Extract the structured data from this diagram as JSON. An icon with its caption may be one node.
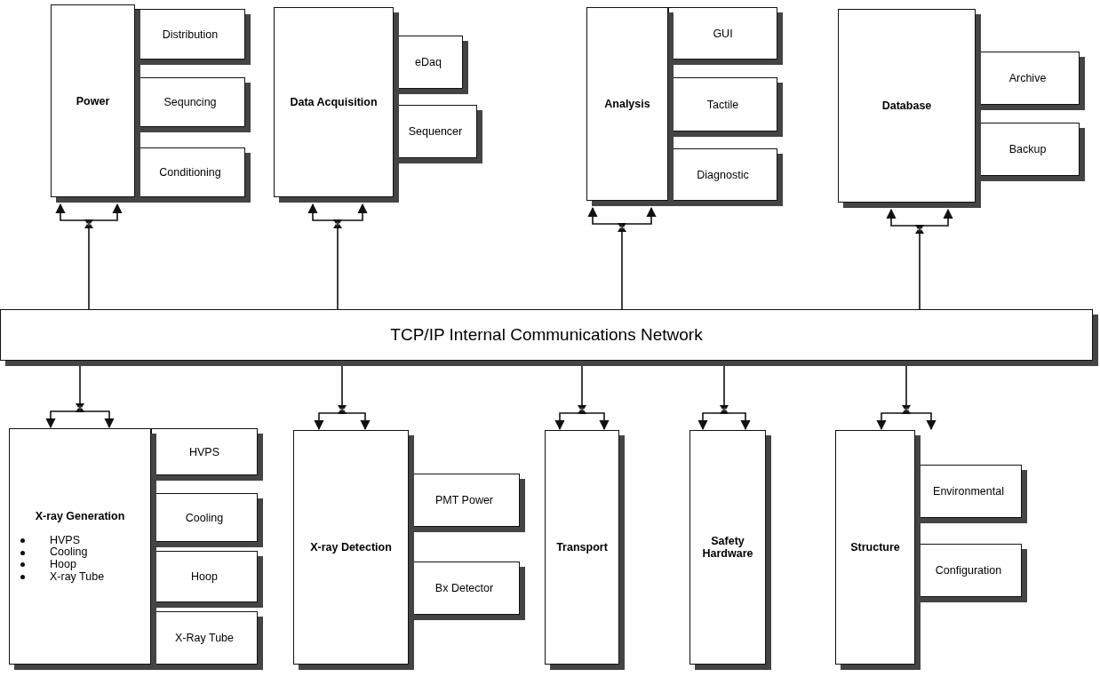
{
  "diagram": {
    "nodes": [
      {
        "text": [
          "Power"
        ]
      },
      {
        "text": [
          "Distribution"
        ]
      },
      {
        "text": [
          "Sequncing"
        ]
      },
      {
        "text": [
          "Conditioning"
        ]
      },
      {
        "text": [
          "Data Acquisition"
        ]
      },
      {
        "text": [
          "eDaq"
        ]
      },
      {
        "text": [
          "Sequencer"
        ]
      },
      {
        "text": [
          "Analysis"
        ]
      },
      {
        "text": [
          "GUI"
        ]
      },
      {
        "text": [
          "Tactile"
        ]
      },
      {
        "text": [
          "Diagnostic"
        ]
      },
      {
        "text": [
          "Database"
        ]
      },
      {
        "text": [
          "Archive"
        ]
      },
      {
        "text": [
          "Backup"
        ]
      },
      {
        "text": [
          "TCP/IP Internal Communications Network"
        ]
      },
      {
        "text": [
          "X-ray Generation",
          "HVPS",
          "Cooling",
          "Hoop",
          "X-ray Tube"
        ]
      },
      {
        "text": [
          "HVPS"
        ]
      },
      {
        "text": [
          "Cooling"
        ]
      },
      {
        "text": [
          "Hoop"
        ]
      },
      {
        "text": [
          "X-Ray Tube"
        ]
      },
      {
        "text": [
          "X-ray Detection"
        ]
      },
      {
        "text": [
          "PMT Power"
        ]
      },
      {
        "text": [
          "Bx Detector"
        ]
      },
      {
        "text": [
          "Transport"
        ]
      },
      {
        "text": [
          "Safety Hardware"
        ]
      },
      {
        "text": [
          "Structure"
        ]
      },
      {
        "text": [
          "Environmental"
        ]
      },
      {
        "text": [
          "Configuration"
        ]
      }
    ],
    "edges": [
      {
        "from": 14,
        "to": 0,
        "arrow": "to"
      },
      {
        "from": 14,
        "to": 4,
        "arrow": "to"
      },
      {
        "from": 14,
        "to": 7,
        "arrow": "to"
      },
      {
        "from": 14,
        "to": 11,
        "arrow": "to"
      },
      {
        "from": 14,
        "to": 15,
        "arrow": "to"
      },
      {
        "from": 14,
        "to": 20,
        "arrow": "to"
      },
      {
        "from": 14,
        "to": 23,
        "arrow": "to"
      },
      {
        "from": 14,
        "to": 24,
        "arrow": "to"
      },
      {
        "from": 14,
        "to": 25,
        "arrow": "to"
      }
    ]
  }
}
